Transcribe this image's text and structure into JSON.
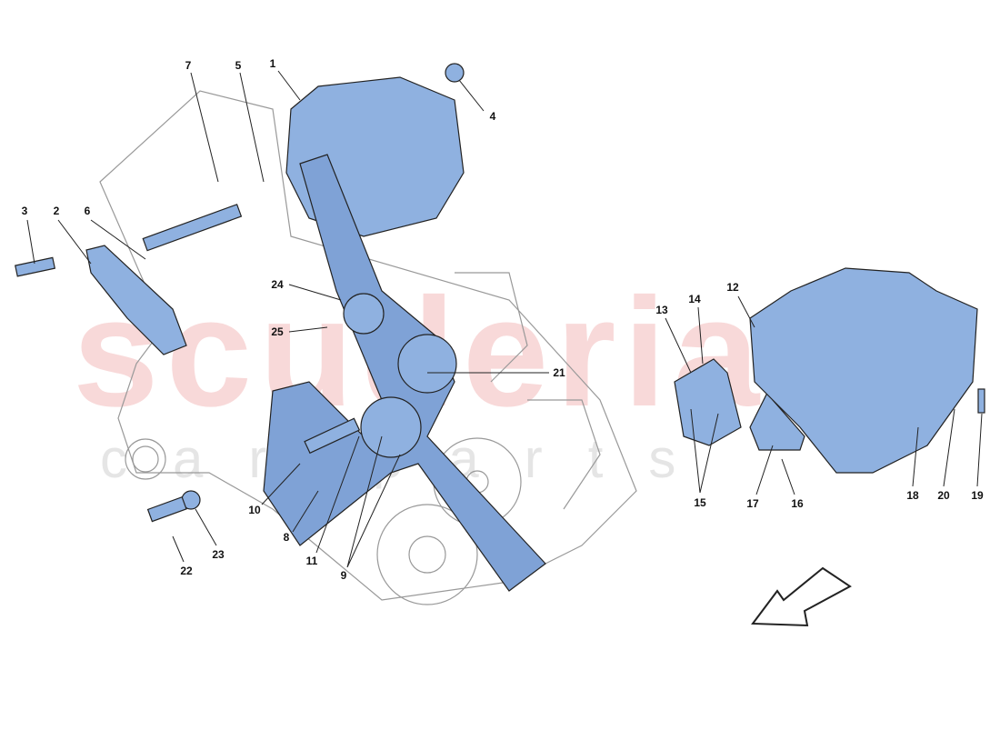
{
  "watermark": {
    "main": "scuderia",
    "sub": "car parts"
  },
  "colors": {
    "part_fill": "#8fb1e0",
    "outline": "#222222",
    "engine_line": "#888888",
    "watermark": "#e67878"
  },
  "callouts": [
    "1",
    "2",
    "3",
    "4",
    "5",
    "6",
    "7",
    "8",
    "9",
    "10",
    "11",
    "12",
    "13",
    "14",
    "15",
    "16",
    "17",
    "18",
    "19",
    "20",
    "21",
    "22",
    "23",
    "24",
    "25"
  ],
  "direction_arrow": "arrow-down-left-icon"
}
